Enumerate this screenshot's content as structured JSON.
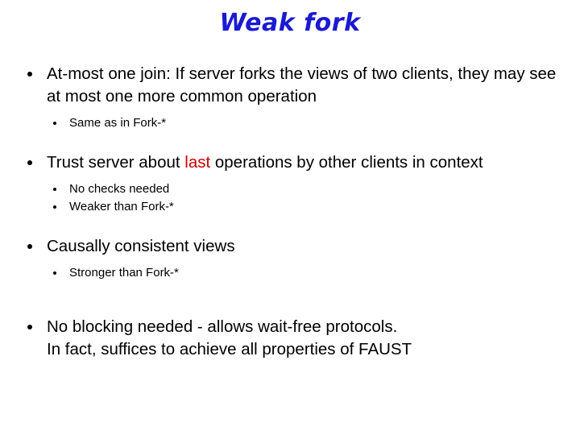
{
  "slide": {
    "title": "Weak fork",
    "title_color": "#1a1ad2",
    "background_color": "#ffffff",
    "text_color": "#000000",
    "highlight_color": "#cc0000",
    "bullets": [
      {
        "level": 1,
        "text": "At-most one join: If server forks the views of two clients, they may see at most one more common operation",
        "children": [
          {
            "level": 2,
            "text": "Same as in Fork-*"
          }
        ]
      },
      {
        "level": 1,
        "text_before": "Trust server about ",
        "text_highlight": "last",
        "text_after": " operations by other clients in context",
        "children": [
          {
            "level": 2,
            "text": "No checks needed"
          },
          {
            "level": 2,
            "text": "Weaker than Fork-*"
          }
        ]
      },
      {
        "level": 1,
        "text": "Causally consistent views",
        "children": [
          {
            "level": 2,
            "text": "Stronger than Fork-*"
          }
        ]
      },
      {
        "level": 1,
        "line1": "No blocking needed - allows wait-free protocols.",
        "line2": "In fact, suffices to achieve all properties of FAUST",
        "children": []
      }
    ]
  }
}
